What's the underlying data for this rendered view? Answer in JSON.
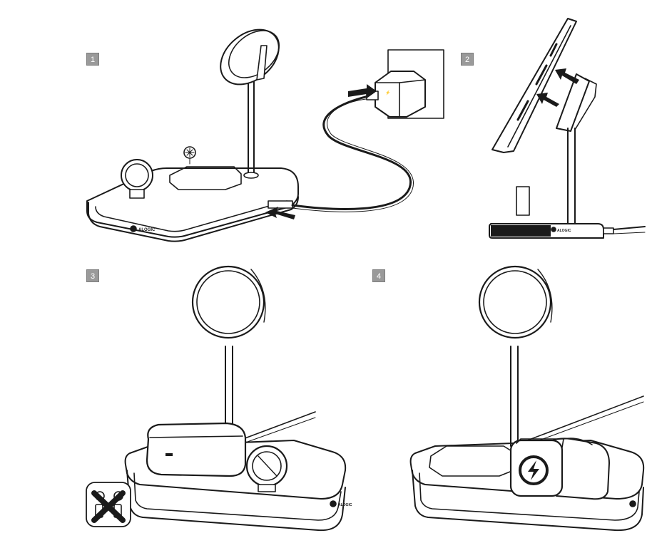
{
  "steps": [
    {
      "number": "1"
    },
    {
      "number": "2"
    },
    {
      "number": "3"
    },
    {
      "number": "4"
    }
  ],
  "brand": {
    "wordmark": "ALOGIC"
  },
  "colors": {
    "line": "#1a1a1a",
    "badge": "#9a9a9a",
    "arrow": "#1a1a1a",
    "charge_indicator": "#1a1a1a"
  },
  "icons": {
    "led": "sun-led-icon",
    "lightning": "lightning-bolt-icon",
    "prohibited": "no-metal-objects-icon"
  }
}
